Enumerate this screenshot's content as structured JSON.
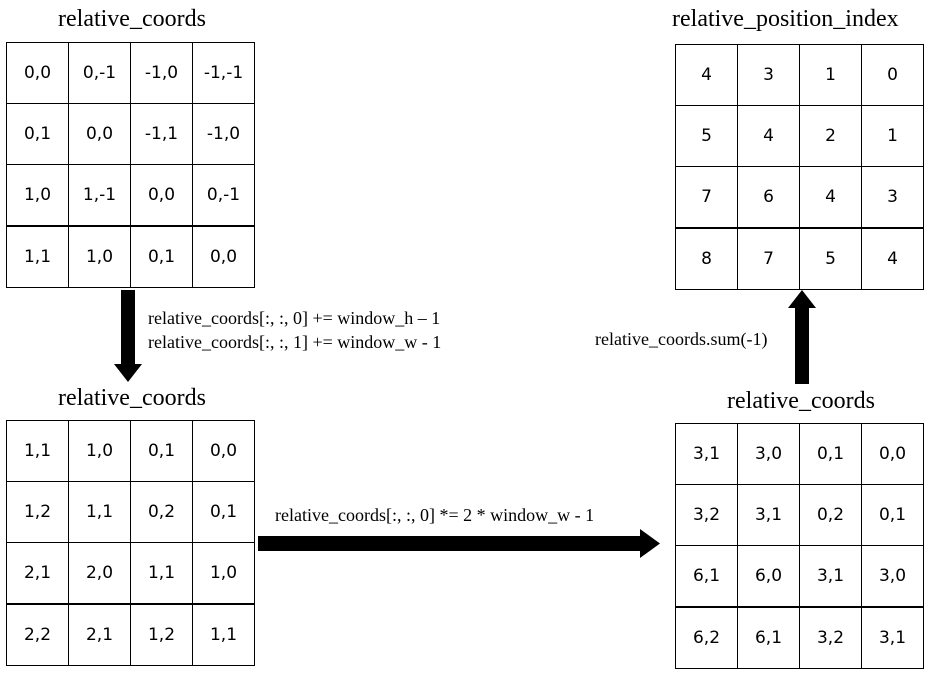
{
  "top_left": {
    "title": "relative_coords",
    "rows": [
      [
        "0,0",
        "0,-1",
        "-1,0",
        "-1,-1"
      ],
      [
        "0,1",
        "0,0",
        "-1,1",
        "-1,0"
      ],
      [
        "1,0",
        "1,-1",
        "0,0",
        "0,-1"
      ],
      [
        "1,1",
        "1,0",
        "0,1",
        "0,0"
      ]
    ]
  },
  "step1": {
    "line1": "relative_coords[:, :, 0] += window_h – 1",
    "line2": "relative_coords[:, :, 1] += window_w - 1"
  },
  "bottom_left": {
    "title": "relative_coords",
    "rows": [
      [
        "1,1",
        "1,0",
        "0,1",
        "0,0"
      ],
      [
        "1,2",
        "1,1",
        "0,2",
        "0,1"
      ],
      [
        "2,1",
        "2,0",
        "1,1",
        "1,0"
      ],
      [
        "2,2",
        "2,1",
        "1,2",
        "1,1"
      ]
    ]
  },
  "step2": {
    "line1": "relative_coords[:, :, 0] *= 2 * window_w - 1"
  },
  "bottom_right": {
    "title": "relative_coords",
    "rows": [
      [
        "3,1",
        "3,0",
        "0,1",
        "0,0"
      ],
      [
        "3,2",
        "3,1",
        "0,2",
        "0,1"
      ],
      [
        "6,1",
        "6,0",
        "3,1",
        "3,0"
      ],
      [
        "6,2",
        "6,1",
        "3,2",
        "3,1"
      ]
    ]
  },
  "step3": {
    "line1": "relative_coords.sum(-1)"
  },
  "top_right": {
    "title": "relative_position_index",
    "rows": [
      [
        "4",
        "3",
        "1",
        "0"
      ],
      [
        "5",
        "4",
        "2",
        "1"
      ],
      [
        "7",
        "6",
        "4",
        "3"
      ],
      [
        "8",
        "7",
        "5",
        "4"
      ]
    ]
  }
}
